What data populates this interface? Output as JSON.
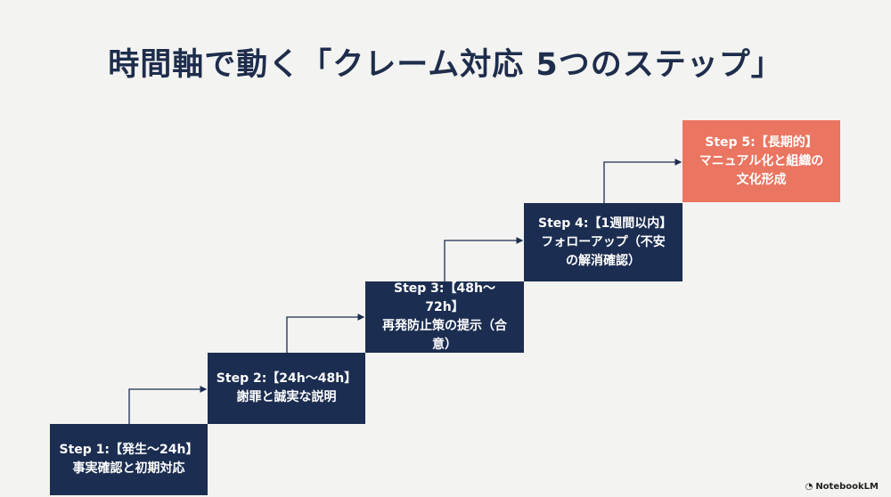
{
  "title": "時間軸で動く「クレーム対応 5つのステップ」",
  "steps": [
    {
      "heading": "Step 1:【発生〜24h】",
      "body": "事実確認と初期対応"
    },
    {
      "heading": "Step 2:【24h〜48h】",
      "body": "謝罪と誠実な説明"
    },
    {
      "heading": "Step 3:【48h〜72h】",
      "body": "再発防止策の提示（合意）"
    },
    {
      "heading": "Step 4:【1週間以内】",
      "body": "フォローアップ（不安の解消確認）"
    },
    {
      "heading": "Step 5:【長期的】",
      "body": "マニュアル化と組織の文化形成"
    }
  ],
  "colors": {
    "navy": "#1b2d50",
    "accent": "#ea7560"
  },
  "branding": {
    "logo_text": "NotebookLM"
  }
}
